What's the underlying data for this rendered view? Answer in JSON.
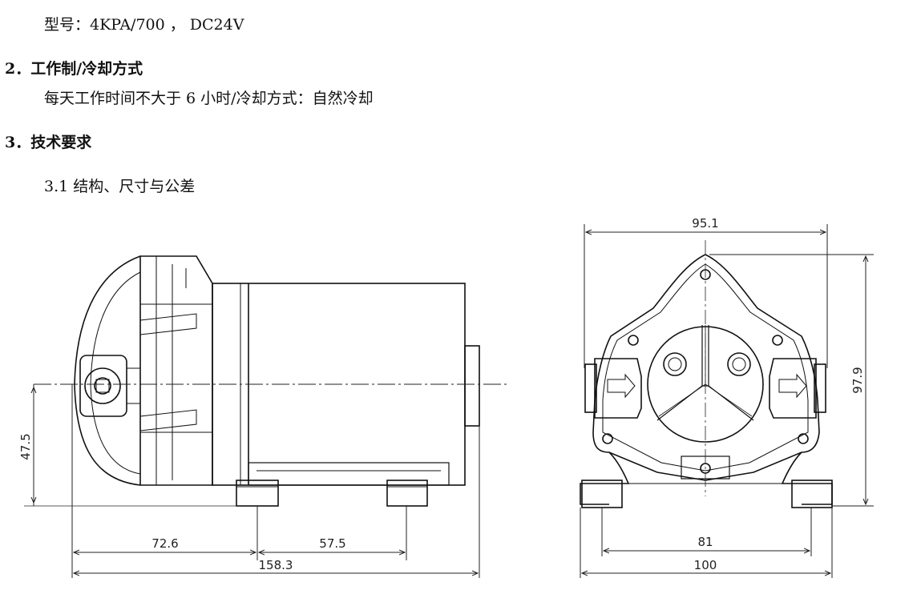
{
  "text": {
    "model_line": "型号：4KPA/700 ， DC24V",
    "section2_heading": "2．工作制/冷却方式",
    "section2_body": "每天工作时间不大于 6 小时/冷却方式：自然冷却",
    "section3_heading": "3．技术要求",
    "section31_heading": "3.1  结构、尺寸与公差"
  },
  "dimensions": {
    "side_height": "47.5",
    "side_left": "72.6",
    "side_mid": "57.5",
    "side_total": "158.3",
    "front_width": "95.1",
    "front_height": "97.9",
    "front_mount": "81",
    "front_base": "100"
  }
}
